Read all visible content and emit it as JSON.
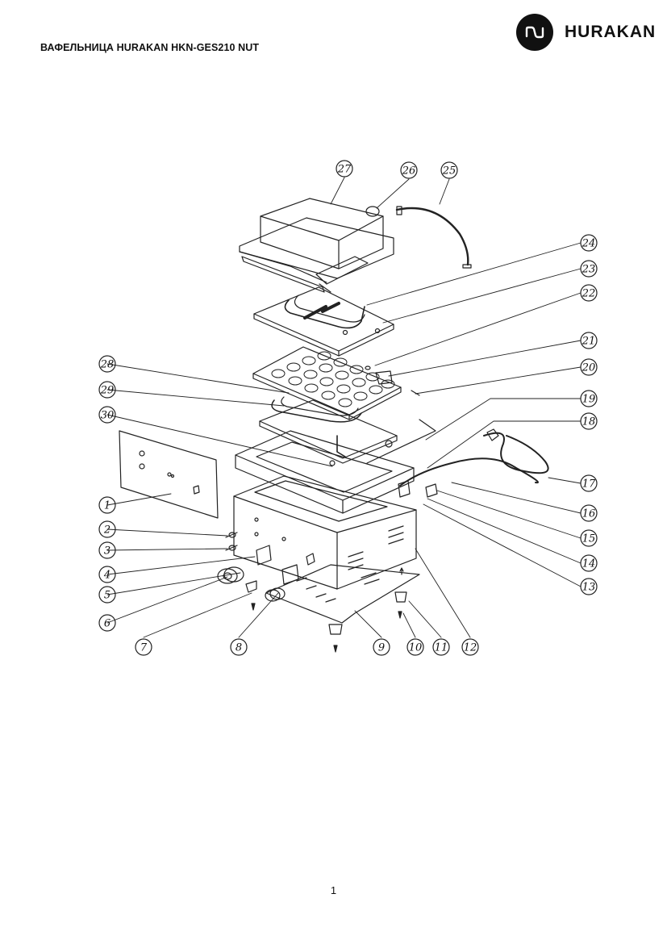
{
  "header": {
    "title": "ВАФЕЛЬНИЦА HURAKAN HKN-GES210 NUT",
    "brand_name": "HURAKAN",
    "logo_icon": "hurakan-logo-icon"
  },
  "diagram": {
    "callouts": [
      "1",
      "2",
      "3",
      "4",
      "5",
      "6",
      "7",
      "8",
      "9",
      "10",
      "11",
      "12",
      "13",
      "14",
      "15",
      "16",
      "17",
      "18",
      "19",
      "20",
      "21",
      "22",
      "23",
      "24",
      "25",
      "26",
      "27",
      "28",
      "29",
      "30"
    ]
  },
  "footer": {
    "page_number": "1"
  }
}
